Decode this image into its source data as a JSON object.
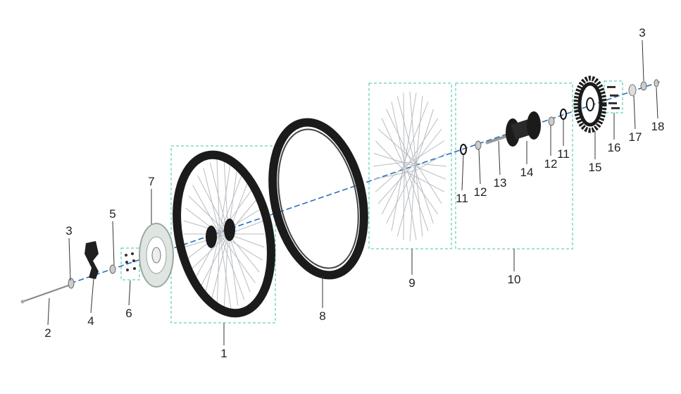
{
  "diagram": {
    "colors": {
      "rim": "#1b1b1b",
      "spokes": "#b9bdc2",
      "axis": "#2a6fb8",
      "group_box": "#3cc7a8",
      "disc": "#9aa7a0"
    },
    "parts": [
      {
        "id": "p1",
        "label": "1"
      },
      {
        "id": "p2",
        "label": "2"
      },
      {
        "id": "p3a",
        "label": "3"
      },
      {
        "id": "p4",
        "label": "4"
      },
      {
        "id": "p5",
        "label": "5"
      },
      {
        "id": "p6",
        "label": "6"
      },
      {
        "id": "p7",
        "label": "7"
      },
      {
        "id": "p8",
        "label": "8"
      },
      {
        "id": "p9",
        "label": "9"
      },
      {
        "id": "p10",
        "label": "10"
      },
      {
        "id": "p11a",
        "label": "11"
      },
      {
        "id": "p12a",
        "label": "12"
      },
      {
        "id": "p13",
        "label": "13"
      },
      {
        "id": "p14",
        "label": "14"
      },
      {
        "id": "p12b",
        "label": "12"
      },
      {
        "id": "p11b",
        "label": "11"
      },
      {
        "id": "p15",
        "label": "15"
      },
      {
        "id": "p16",
        "label": "16"
      },
      {
        "id": "p17",
        "label": "17"
      },
      {
        "id": "p18",
        "label": "18"
      },
      {
        "id": "p3b",
        "label": "3"
      }
    ]
  }
}
